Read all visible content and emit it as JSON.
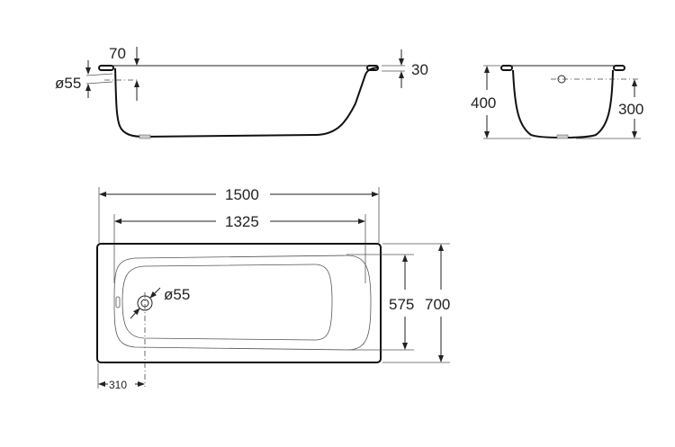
{
  "title": "Bathtub dimensional drawing",
  "side_view": {
    "rim_offset": "70",
    "overflow_diameter": "ø55",
    "rim_thickness": "30"
  },
  "end_view": {
    "total_height": "400",
    "inner_depth": "300"
  },
  "plan_view": {
    "overall_length": "1500",
    "inner_length": "1325",
    "drain_diameter": "ø55",
    "inner_width": "575",
    "overall_width": "700",
    "drain_offset": "310"
  },
  "colors": {
    "line": "#222222",
    "background": "#ffffff"
  }
}
